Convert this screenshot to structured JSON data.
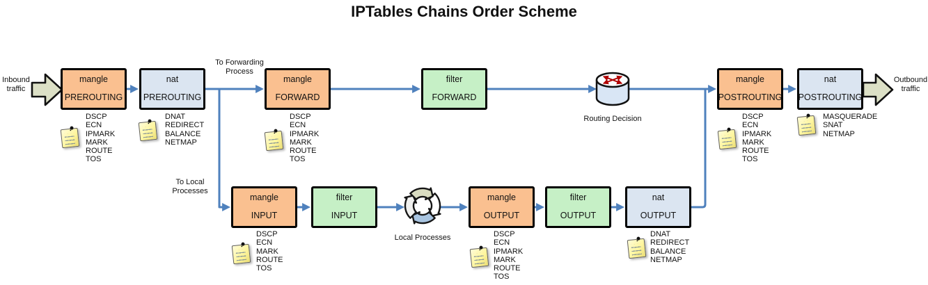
{
  "title": "IPTables Chains Order Scheme",
  "labels": {
    "inbound": "Inbound traffic",
    "outbound": "Outbound traffic",
    "to_forwarding": "To Forwarding Process",
    "to_local": "To Local Processes",
    "routing_decision": "Routing Decision",
    "local_processes": "Local Processes"
  },
  "colors": {
    "mangle_box": "#FAC090",
    "nat_box": "#DBE5F1",
    "filter_box": "#C6F0C6",
    "arrow_blue": "#4F81BD",
    "traffic_arrow": "#DCE0C6",
    "note_yellow": "#FFF6A0"
  },
  "boxes": [
    {
      "table": "mangle",
      "chain": "PREROUTING"
    },
    {
      "table": "nat",
      "chain": "PREROUTING"
    },
    {
      "table": "mangle",
      "chain": "FORWARD"
    },
    {
      "table": "filter",
      "chain": "FORWARD"
    },
    {
      "table": "mangle",
      "chain": "POSTROUTING"
    },
    {
      "table": "nat",
      "chain": "POSTROUTING"
    },
    {
      "table": "mangle",
      "chain": "INPUT"
    },
    {
      "table": "filter",
      "chain": "INPUT"
    },
    {
      "table": "mangle",
      "chain": "OUTPUT"
    },
    {
      "table": "filter",
      "chain": "OUTPUT"
    },
    {
      "table": "nat",
      "chain": "OUTPUT"
    }
  ],
  "notes": [
    {
      "for": "mangle-prerouting",
      "items": [
        "DSCP",
        "ECN",
        "IPMARK",
        "MARK",
        "ROUTE",
        "TOS"
      ]
    },
    {
      "for": "nat-prerouting",
      "items": [
        "DNAT",
        "REDIRECT",
        "BALANCE",
        "NETMAP"
      ]
    },
    {
      "for": "mangle-forward",
      "items": [
        "DSCP",
        "ECN",
        "IPMARK",
        "MARK",
        "ROUTE",
        "TOS"
      ]
    },
    {
      "for": "mangle-postrouting",
      "items": [
        "DSCP",
        "ECN",
        "IPMARK",
        "MARK",
        "ROUTE",
        "TOS"
      ]
    },
    {
      "for": "nat-postrouting",
      "items": [
        "MASQUERADE",
        "SNAT",
        "NETMAP"
      ]
    },
    {
      "for": "mangle-input",
      "items": [
        "DSCP",
        "ECN",
        "MARK",
        "ROUTE",
        "TOS"
      ]
    },
    {
      "for": "mangle-output",
      "items": [
        "DSCP",
        "ECN",
        "IPMARK",
        "MARK",
        "ROUTE",
        "TOS"
      ]
    },
    {
      "for": "nat-output",
      "items": [
        "DNAT",
        "REDIRECT",
        "BALANCE",
        "NETMAP"
      ]
    }
  ]
}
